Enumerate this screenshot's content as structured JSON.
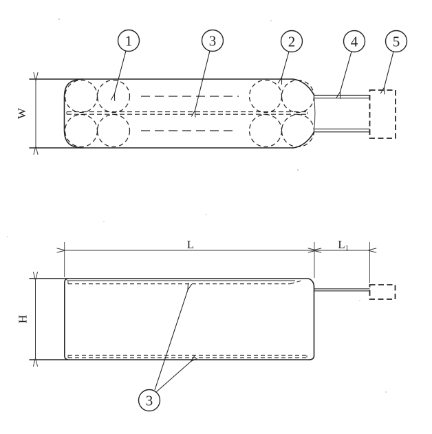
{
  "labels": {
    "balloon_1": "1",
    "balloon_2": "2",
    "balloon_3": "3",
    "balloon_4": "4",
    "balloon_5": "5",
    "dim_width": "W",
    "dim_height": "H",
    "dim_length": "L",
    "dim_lead_base": "L",
    "dim_lead_sub": "1"
  },
  "colors": {
    "line": "#242424",
    "paper": "#ffffff"
  }
}
